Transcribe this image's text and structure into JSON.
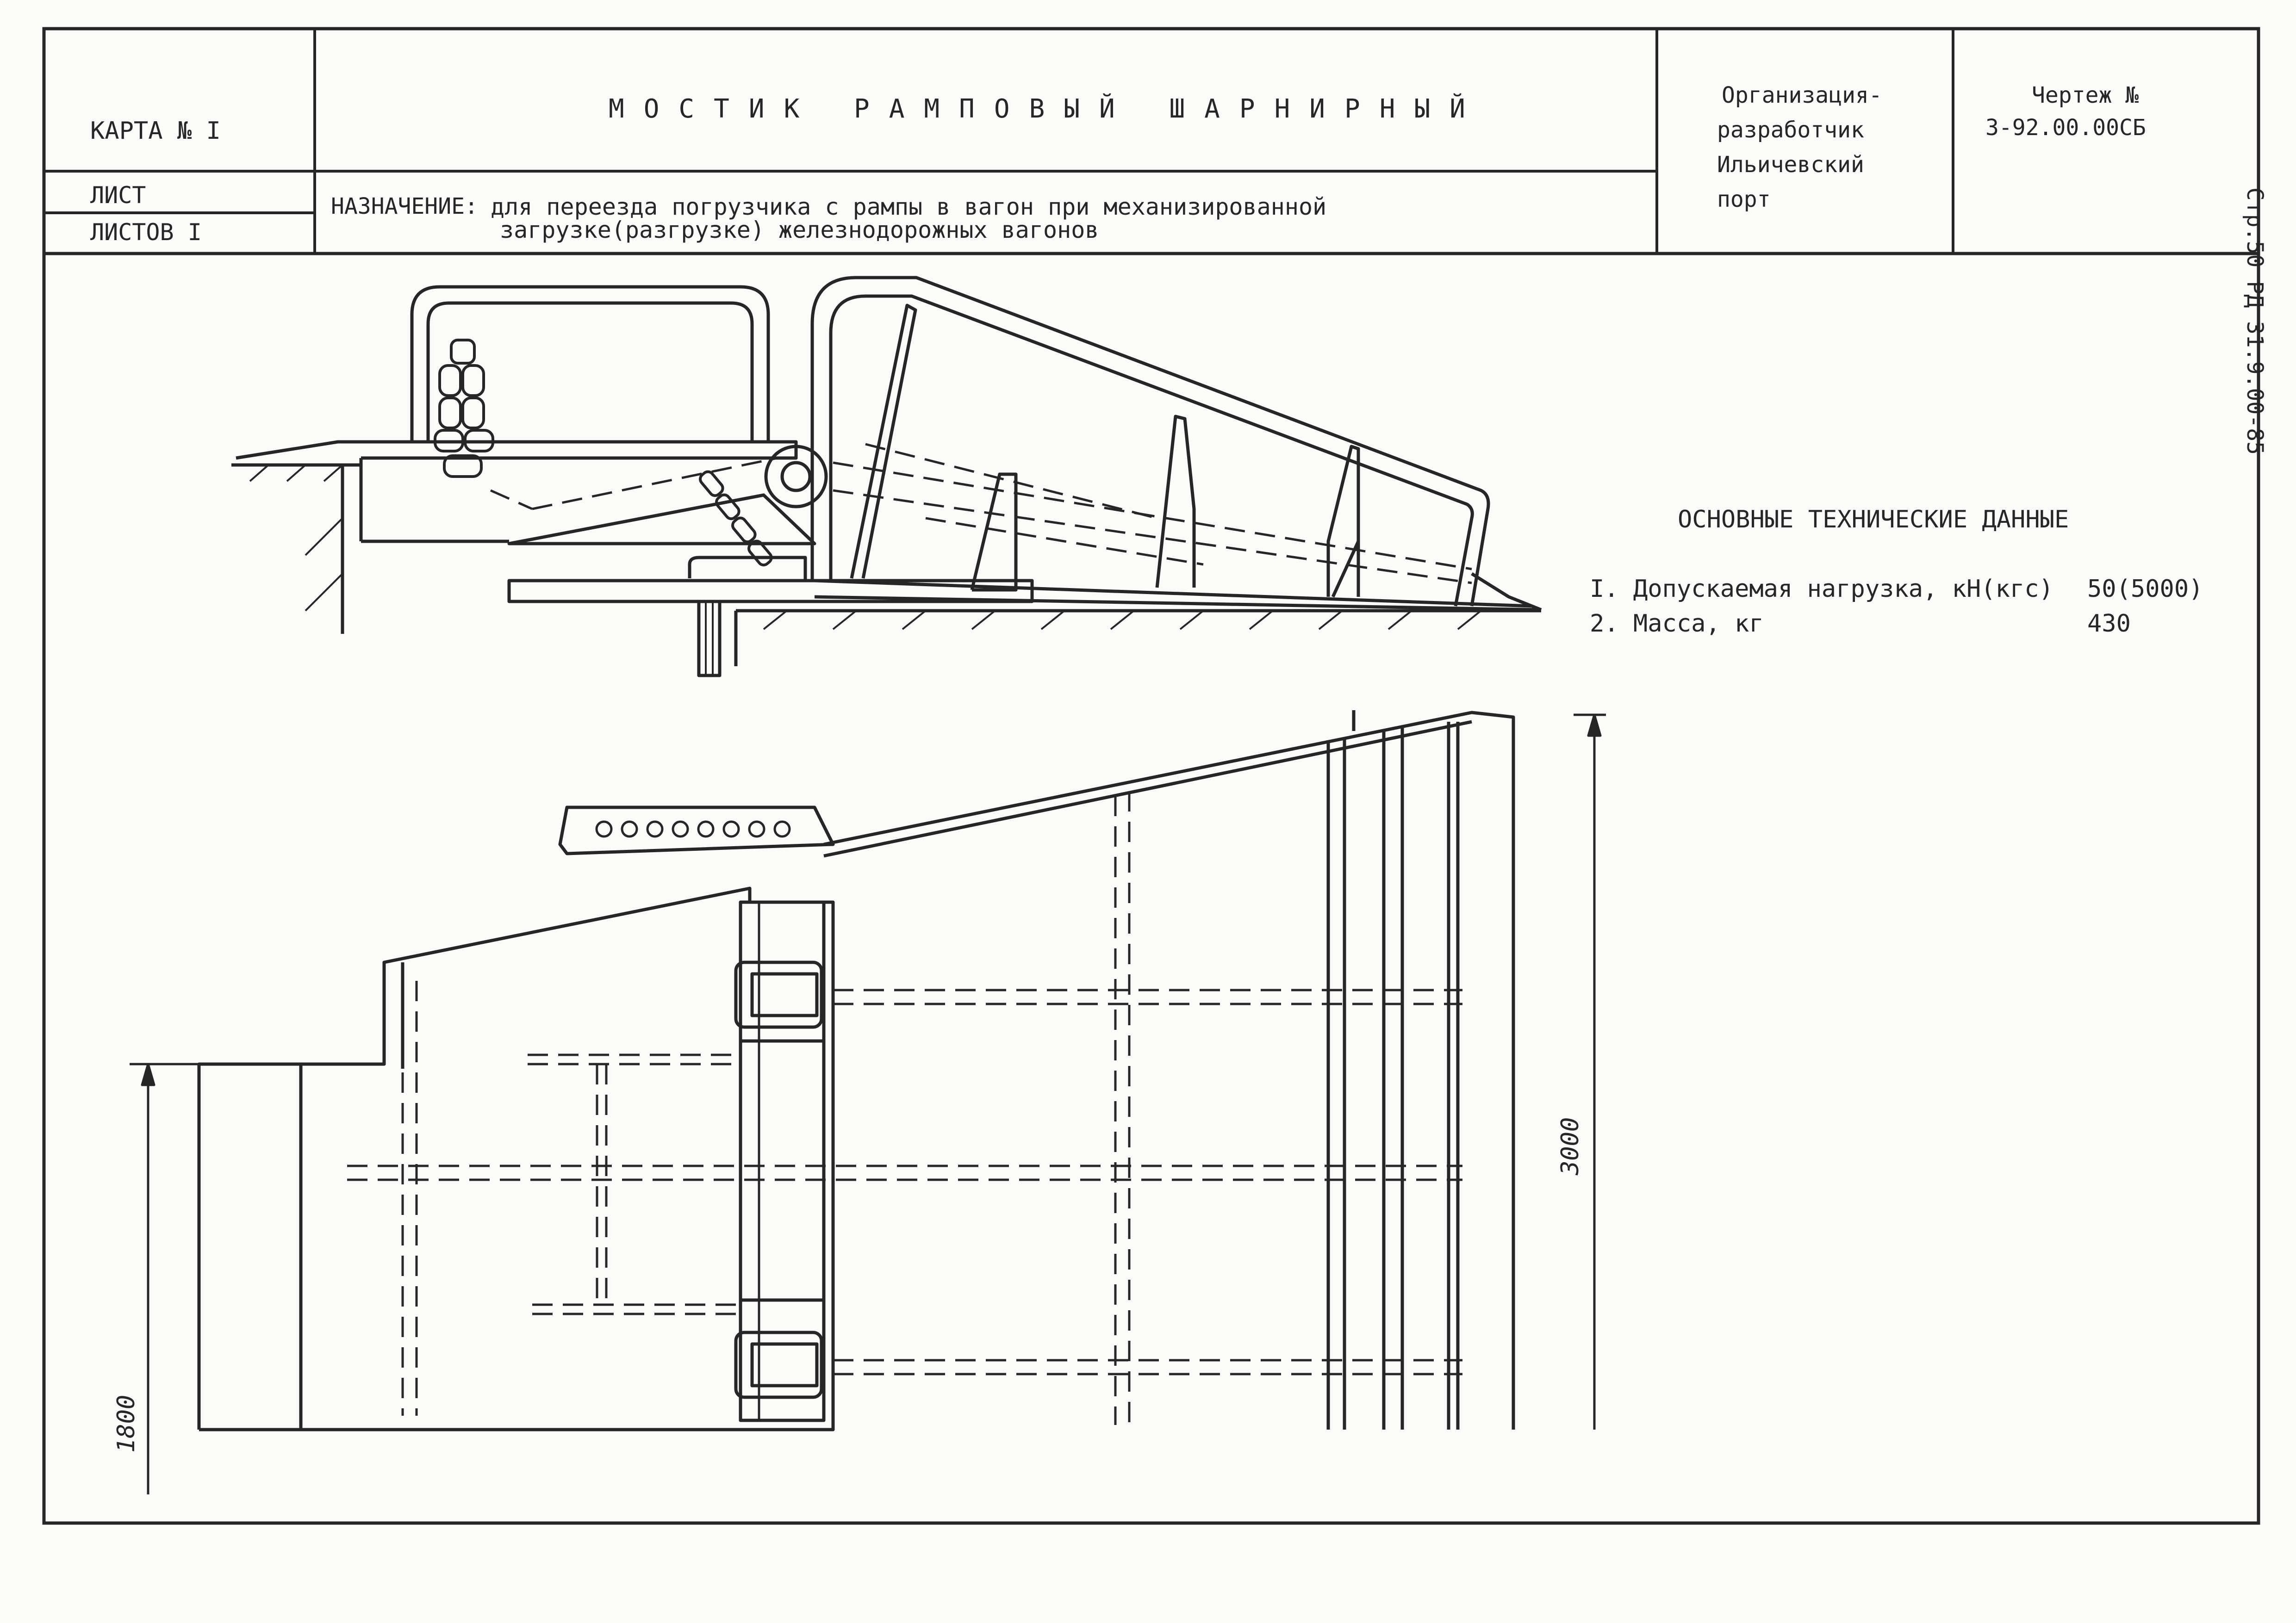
{
  "title_block": {
    "card": "КАРТА № I",
    "title": "МОСТИК РАМПОВЫЙ ШАРНИРНЫЙ",
    "sheet": "ЛИСТ",
    "sheets": "ЛИСТОВ I",
    "purpose_label": "НАЗНАЧЕНИЕ:",
    "purpose_line1": "для переезда погрузчика с рампы в вагон при механизированной",
    "purpose_line2": "загрузке(разгрузке) железнодорожных вагонов",
    "org_line1": "Организация-",
    "org_line2": "разработчик",
    "org_line3": "Ильичевский",
    "org_line4": "порт",
    "drawing_label": "Чертеж №",
    "drawing_number": "3-92.00.00СБ"
  },
  "margin_stamp": "Стр.50 РД 31.9.00-85",
  "tech_data": {
    "heading": "ОСНОВНЫЕ ТЕХНИЧЕСКИЕ ДАННЫЕ",
    "items": [
      {
        "label": "I. Допускаемая нагрузка, кН(кгс)",
        "value": "50(5000)"
      },
      {
        "label": "2. Масса, кг",
        "value": "430"
      }
    ]
  },
  "dimensions": {
    "height": "3000",
    "width": "1800"
  },
  "colors": {
    "ink": "#262626",
    "paper": "#fbfbf9"
  }
}
